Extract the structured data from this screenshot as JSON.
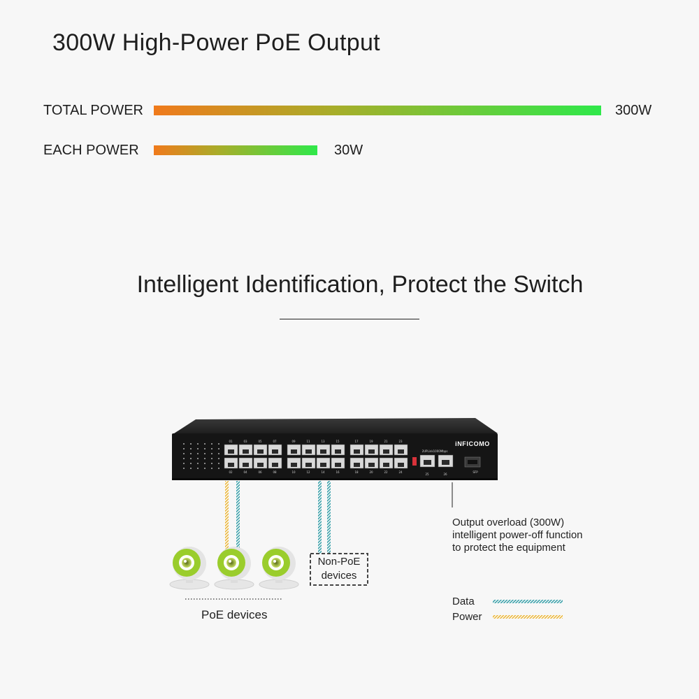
{
  "poe_output": {
    "title": "300W High-Power PoE Output",
    "bars": [
      {
        "label": "TOTAL POWER",
        "value": "300W",
        "watts": 300
      },
      {
        "label": "EACH POWER",
        "value": "30W",
        "watts": 30
      }
    ]
  },
  "identification": {
    "title": "Intelligent Identification, Protect the Switch"
  },
  "switch": {
    "brand": "iNFICOMO",
    "uplink_label": "2UPLink1000Mbps",
    "top_port_numbers": [
      "01",
      "03",
      "05",
      "07",
      "09",
      "11",
      "13",
      "15",
      "17",
      "19",
      "21",
      "23"
    ],
    "bottom_port_numbers": [
      "02",
      "04",
      "06",
      "08",
      "10",
      "12",
      "14",
      "16",
      "18",
      "20",
      "22",
      "24"
    ],
    "uplink_port_numbers": [
      "25",
      "26"
    ],
    "sfp_label": "SFP"
  },
  "annotations": {
    "overload_lines": [
      "Output overload (300W)",
      "intelligent power-off function",
      "to protect the equipment"
    ],
    "poe_devices": "PoE devices",
    "non_poe_lines": [
      "Non-PoE",
      "devices"
    ]
  },
  "legend": {
    "data_label": "Data",
    "power_label": "Power",
    "data_color": "#3a9fa8",
    "power_color": "#e9b53a"
  },
  "colors": {
    "bar_start": "#f07a1c",
    "bar_end": "#2fe84a",
    "camera_green": "#9acd2c"
  }
}
